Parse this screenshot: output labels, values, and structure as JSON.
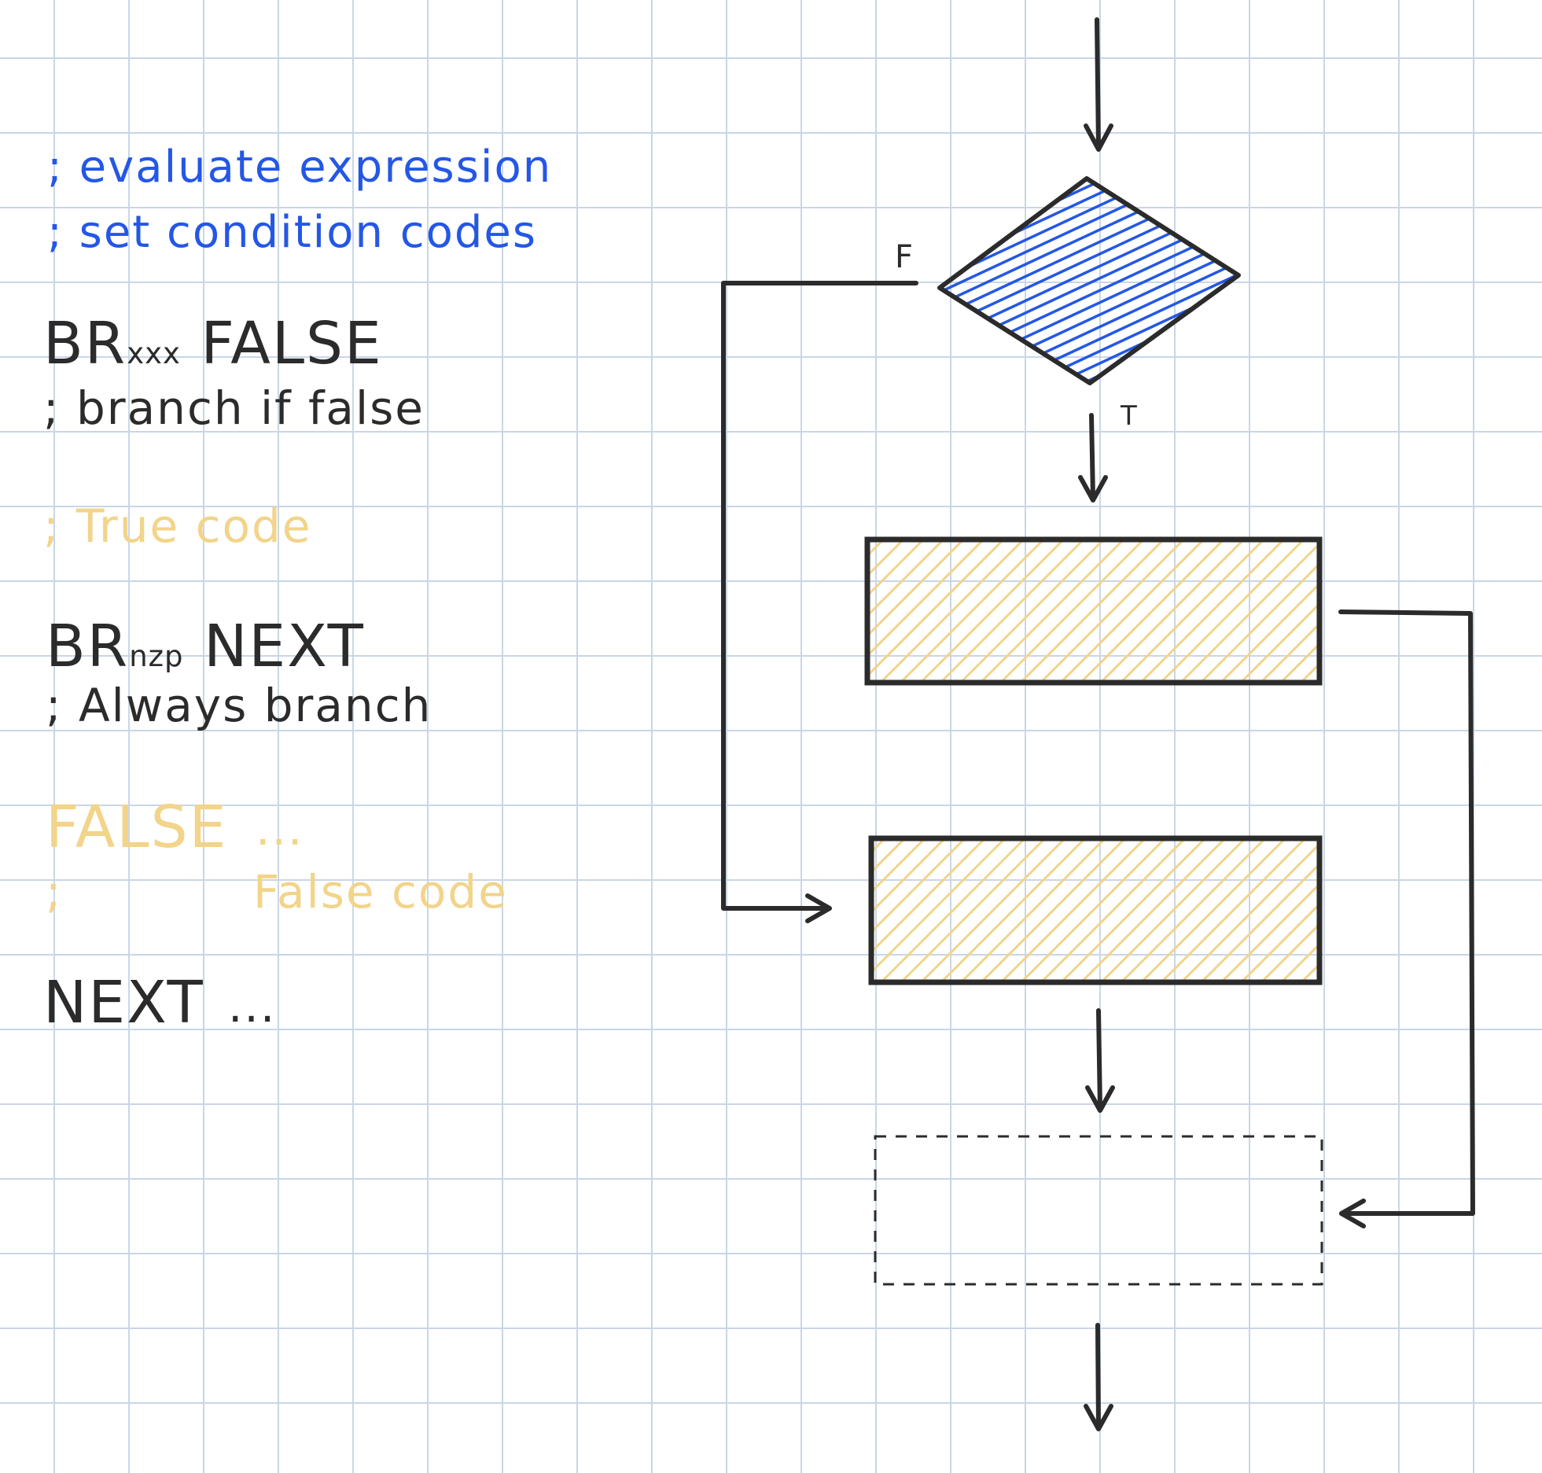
{
  "code": {
    "comment_evaluate": "; evaluate expression",
    "comment_set_cc": "; set condition codes",
    "br_false_prefix": "BR",
    "br_false_cond": "xxx",
    "br_false_label": "FALSE",
    "comment_branch_if_false": "; branch if false",
    "comment_true_code": "; True code",
    "br_next_prefix": "BR",
    "br_next_cond": "nzp",
    "br_next_label": "NEXT",
    "comment_always_branch": "; Always branch",
    "false_label": "FALSE",
    "false_ellipsis": "...",
    "comment_false_semicolon": ";",
    "comment_false_code": "False code",
    "next_label": "NEXT",
    "next_ellipsis": "..."
  },
  "flowchart": {
    "false_branch_label": "F",
    "true_branch_label": "T"
  },
  "colors": {
    "condition": "#2457e6",
    "code_block": "#f2d48a",
    "ink": "#2b2b2b"
  }
}
